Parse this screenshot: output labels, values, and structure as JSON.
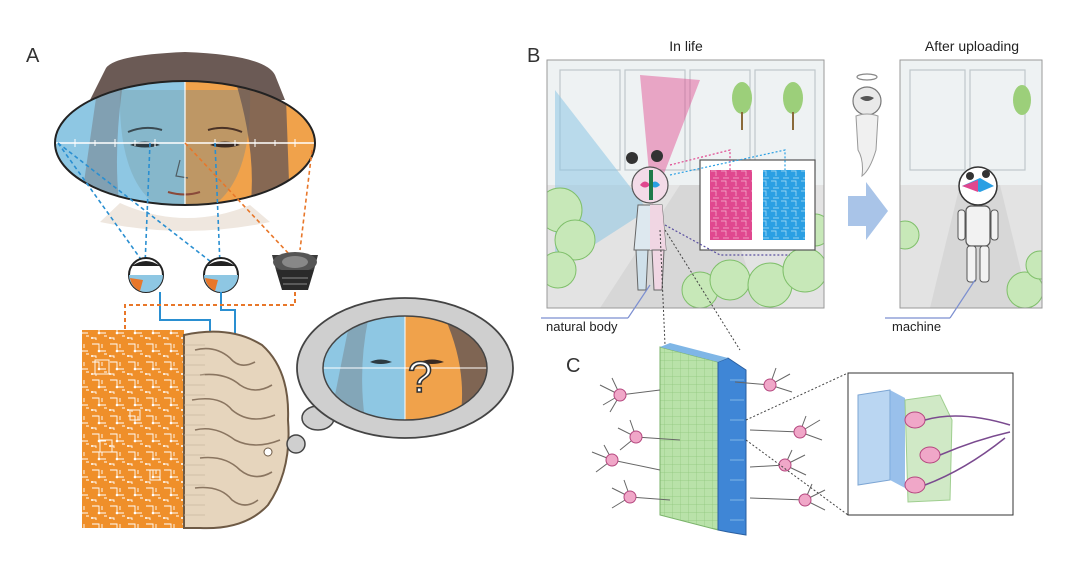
{
  "panels": {
    "a": {
      "letter": "A"
    },
    "b": {
      "letter": "B",
      "in_life": "In life",
      "after_uploading": "After uploading",
      "natural_body": "natural body",
      "machine": "machine"
    },
    "c": {
      "letter": "C"
    }
  },
  "thought_mark": "?",
  "colors": {
    "blue": "#8ec7e3",
    "orange": "#f0a24b",
    "pink": "#e0478f",
    "cyan": "#2a9fe3",
    "green": "#a6d89a",
    "chip": "#ef8f2a"
  }
}
